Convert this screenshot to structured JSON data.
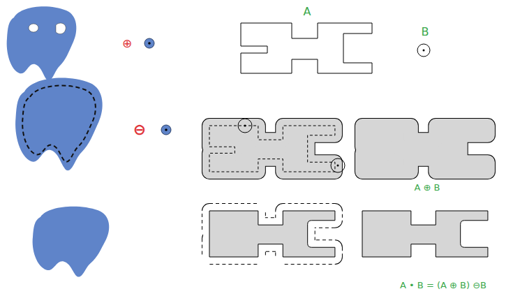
{
  "diagram": {
    "labels": [
      "⊕",
      "A",
      "B",
      "⊖",
      "A ⊕ B",
      "A • B = (A ⊕ B) ⊖B"
    ]
  }
}
